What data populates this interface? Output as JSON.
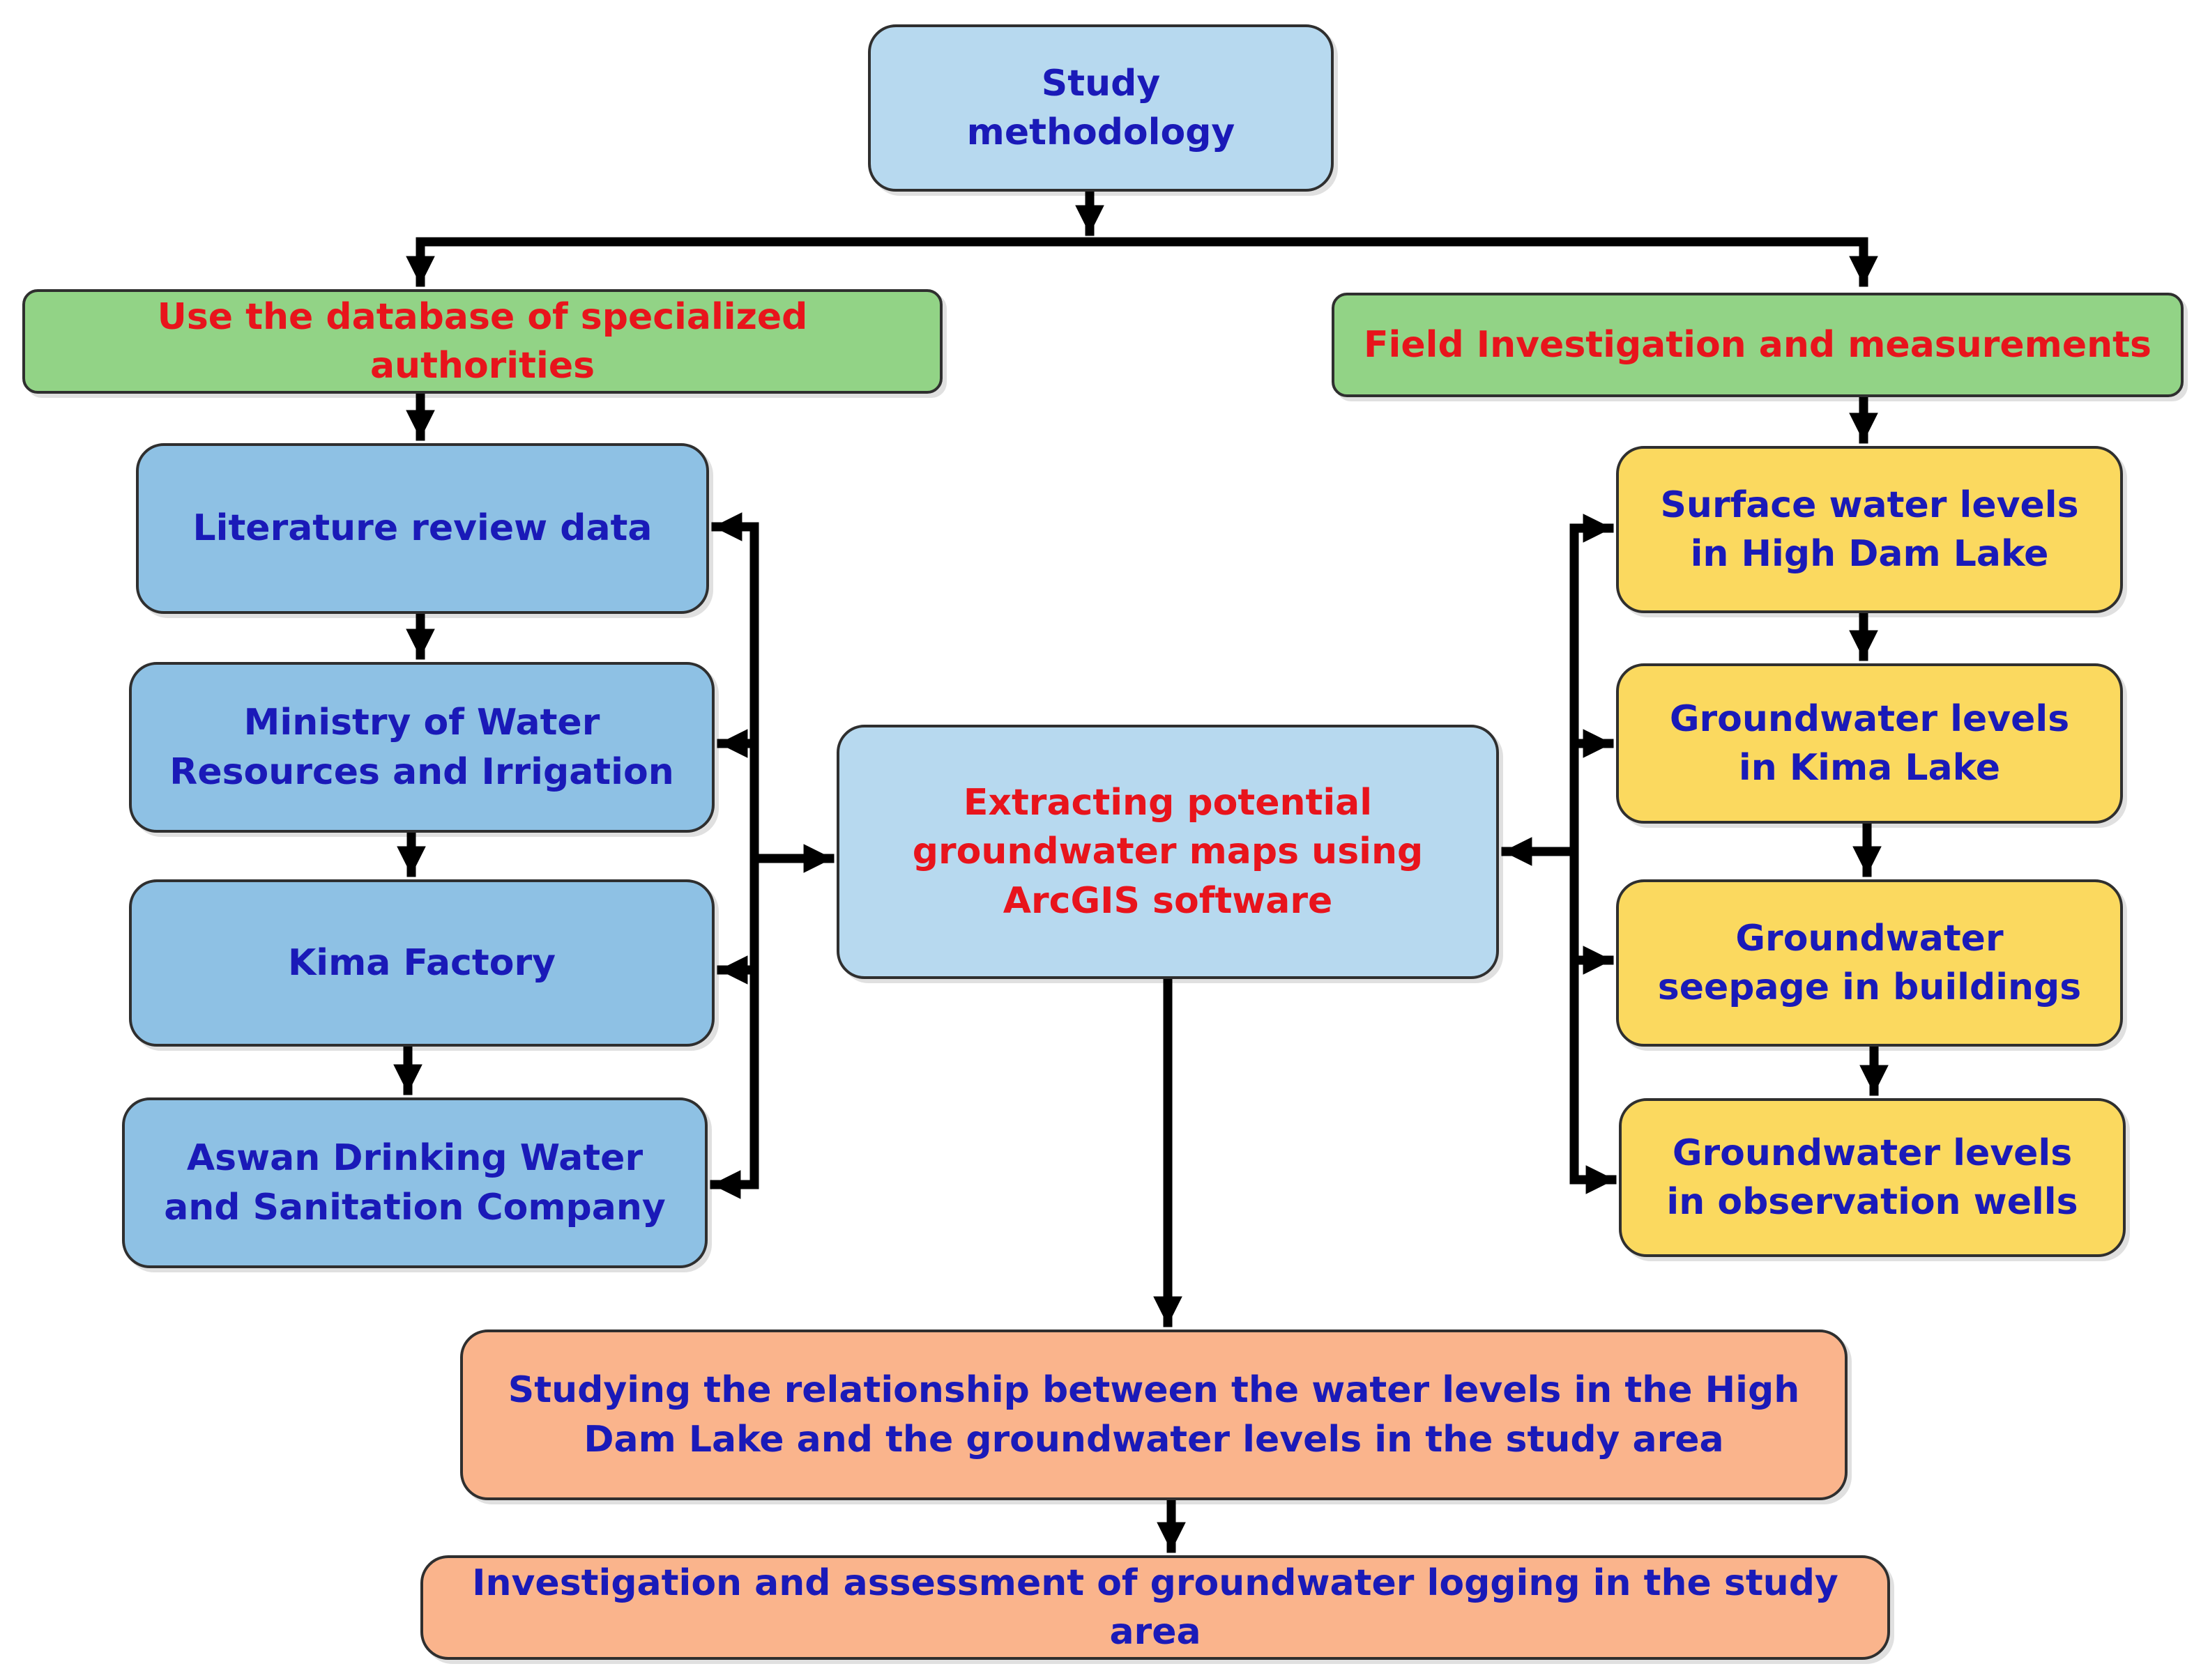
{
  "root": {
    "lines": [
      "Study",
      "methodology"
    ]
  },
  "branches": {
    "database": {
      "label": "Use the database of specialized authorities"
    },
    "field": {
      "label": "Field Investigation and measurements"
    }
  },
  "database_items": [
    {
      "lines": [
        "Literature review data"
      ]
    },
    {
      "lines": [
        "Ministry of Water",
        "Resources and Irrigation"
      ]
    },
    {
      "lines": [
        "Kima Factory"
      ]
    },
    {
      "lines": [
        "Aswan Drinking Water",
        "and Sanitation Company"
      ]
    }
  ],
  "field_items": [
    {
      "lines": [
        "Surface water levels",
        "in High Dam Lake"
      ]
    },
    {
      "lines": [
        "Groundwater levels",
        "in Kima Lake"
      ]
    },
    {
      "lines": [
        "Groundwater",
        "seepage in buildings"
      ]
    },
    {
      "lines": [
        "Groundwater levels",
        "in observation wells"
      ]
    }
  ],
  "center": {
    "lines": [
      "Extracting potential",
      "groundwater maps using",
      "ArcGIS software"
    ]
  },
  "relationship": {
    "lines": [
      "Studying the relationship between the water levels in the High",
      "Dam Lake and the groundwater levels in the study area"
    ]
  },
  "investigation": {
    "label": "Investigation and assessment of groundwater logging in the study area"
  },
  "colors": {
    "light_blue": "#b7d9ef",
    "mid_blue": "#8ec1e4",
    "green": "#92d386",
    "yellow": "#fbd95f",
    "orange": "#fab48c",
    "text_blue": "#1a1ab8",
    "text_red": "#e8141c",
    "arrow": "#000000"
  }
}
